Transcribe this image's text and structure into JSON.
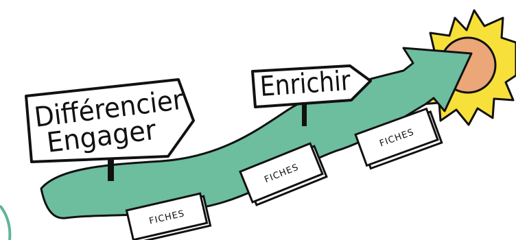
{
  "signs": {
    "left_line1": "Différencier",
    "left_line2": "Engager",
    "right": "Enrichir"
  },
  "cards": [
    {
      "label": "FICHES"
    },
    {
      "label": "FICHES"
    },
    {
      "label": "FICHES"
    }
  ],
  "colors": {
    "arrow": "#6dbd9f",
    "sun_rays": "#f7e03a",
    "sun_core": "#eba778",
    "ink": "#111111"
  }
}
